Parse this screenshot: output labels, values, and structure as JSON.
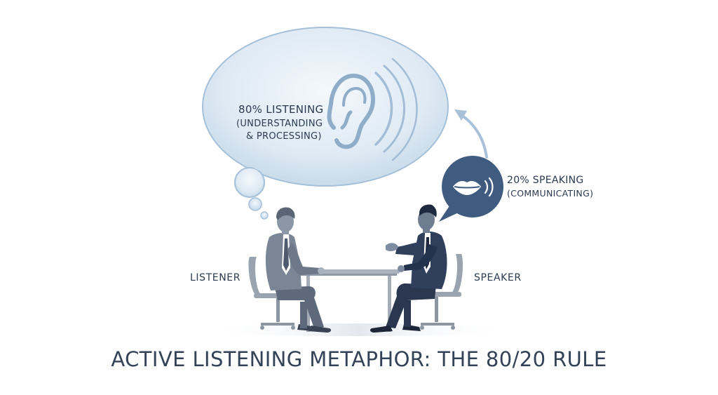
{
  "title": "ACTIVE LISTENING METAPHOR: THE 80/20 RULE",
  "listening": {
    "heading": "80% LISTENING",
    "detail_line1": "(UNDERSTANDING",
    "detail_line2": "& PROCESSING)",
    "share_percent": 80
  },
  "speaking": {
    "heading": "20% SPEAKING",
    "detail": "(COMMUNICATING)",
    "share_percent": 20
  },
  "roles": {
    "left": "LISTENER",
    "right": "SPEAKER"
  },
  "colors": {
    "bubble_fill": "#dde9f3",
    "bubble_stroke": "#9fbcd6",
    "speech_bubble": "#3f5b80",
    "listener_suit": "#7a8696",
    "speaker_suit": "#2f3f5c",
    "text": "#2b3a4f"
  },
  "icons": [
    "ear-icon",
    "sound-waves-icon",
    "lips-icon",
    "curved-arrow-icon"
  ]
}
